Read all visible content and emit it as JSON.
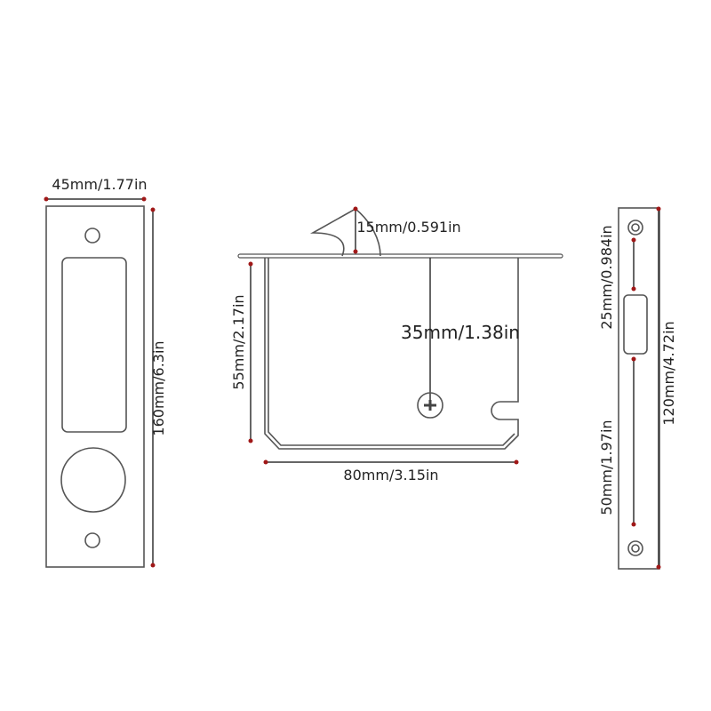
{
  "faceplate": {
    "width_label": "45mm/1.77in",
    "height_label": "160mm/6.3in"
  },
  "lock_body": {
    "latch_label": "15mm/0.591in",
    "backset_label": "35mm/1.38in",
    "height_label": "55mm/2.17in",
    "width_label": "80mm/3.15in"
  },
  "strike_plate": {
    "top_label": "25mm/0.984in",
    "bottom_label": "50mm/1.97in",
    "height_label": "120mm/4.72in"
  },
  "colors": {
    "dimension_dot": "#a01818",
    "line": "#555555"
  }
}
